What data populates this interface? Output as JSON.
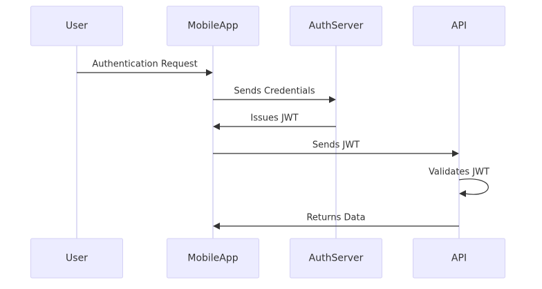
{
  "diagram": {
    "type": "sequence",
    "participants": [
      {
        "id": "user",
        "label": "User"
      },
      {
        "id": "mobileapp",
        "label": "MobileApp"
      },
      {
        "id": "authserver",
        "label": "AuthServer"
      },
      {
        "id": "api",
        "label": "API"
      }
    ],
    "messages": [
      {
        "from": "user",
        "to": "mobileapp",
        "label": "Authentication Request"
      },
      {
        "from": "mobileapp",
        "to": "authserver",
        "label": "Sends Credentials"
      },
      {
        "from": "authserver",
        "to": "mobileapp",
        "label": "Issues JWT"
      },
      {
        "from": "mobileapp",
        "to": "api",
        "label": "Sends JWT"
      },
      {
        "from": "api",
        "to": "api",
        "label": "Validates JWT"
      },
      {
        "from": "api",
        "to": "mobileapp",
        "label": "Returns Data"
      }
    ],
    "colors": {
      "actor_fill": "#ececff",
      "actor_stroke": "#d4d0f5",
      "lifeline": "#d3d0f2",
      "arrow": "#333333",
      "text": "#333333"
    }
  }
}
